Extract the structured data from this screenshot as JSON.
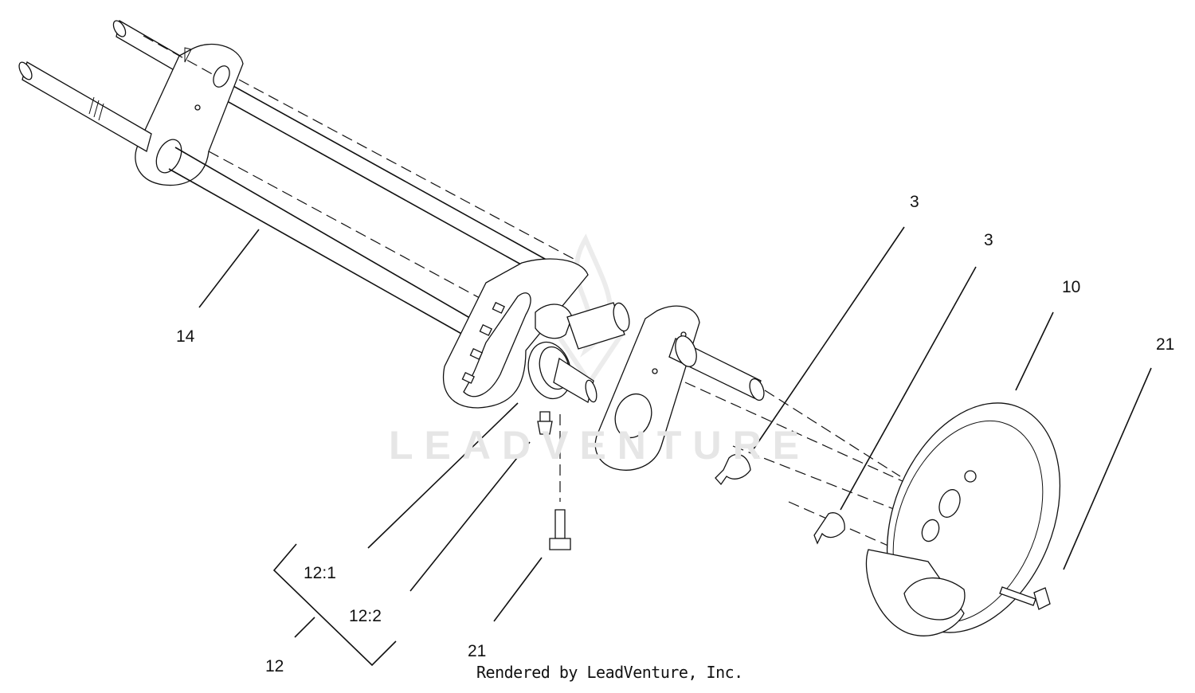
{
  "diagram": {
    "watermark": "LEADVENTURE",
    "credit": "Rendered by LeadVenture, Inc.",
    "callouts": [
      {
        "id": "c3a",
        "label": "3"
      },
      {
        "id": "c3b",
        "label": "3"
      },
      {
        "id": "c10",
        "label": "10"
      },
      {
        "id": "c14",
        "label": "14"
      },
      {
        "id": "c21r",
        "label": "21"
      },
      {
        "id": "c21b",
        "label": "21"
      },
      {
        "id": "c121",
        "label": "12:1"
      },
      {
        "id": "c122",
        "label": "12:2"
      },
      {
        "id": "c12",
        "label": "12"
      }
    ]
  }
}
